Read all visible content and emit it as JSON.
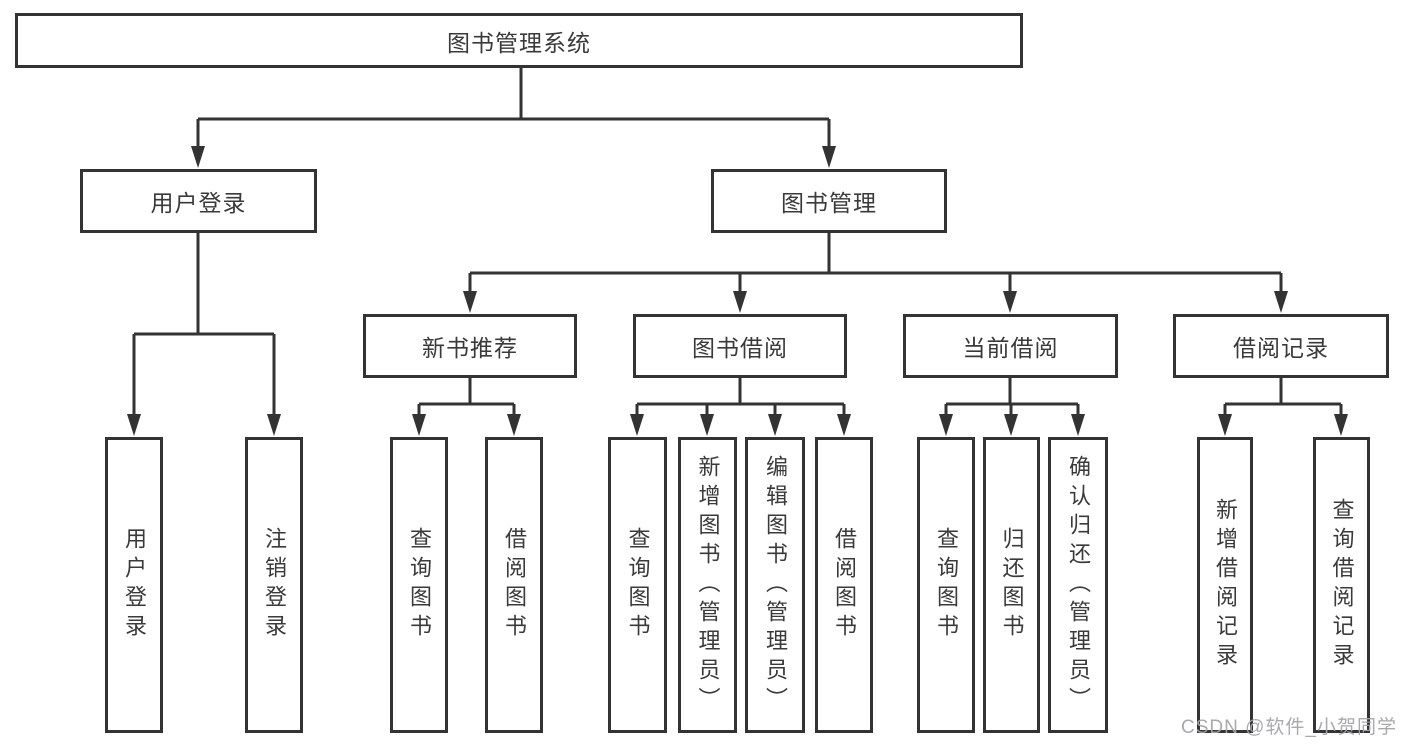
{
  "diagram_title": "图书管理系统",
  "tree": {
    "root": {
      "label": "图书管理系统"
    },
    "branches": [
      {
        "label": "用户登录",
        "children": [
          {
            "label": "用户登录"
          },
          {
            "label": "注销登录"
          }
        ]
      },
      {
        "label": "图书管理",
        "children": [
          {
            "label": "新书推荐",
            "children": [
              {
                "label": "查询图书"
              },
              {
                "label": "借阅图书"
              }
            ]
          },
          {
            "label": "图书借阅",
            "children": [
              {
                "label": "查询图书"
              },
              {
                "label": "新增图书（管理员）"
              },
              {
                "label": "编辑图书（管理员）"
              },
              {
                "label": "借阅图书"
              }
            ]
          },
          {
            "label": "当前借阅",
            "children": [
              {
                "label": "查询图书"
              },
              {
                "label": "归还图书"
              },
              {
                "label": "确认归还（管理员）"
              }
            ]
          },
          {
            "label": "借阅记录",
            "children": [
              {
                "label": "新增借阅记录"
              },
              {
                "label": "查询借阅记录"
              }
            ]
          }
        ]
      }
    ]
  },
  "watermark": {
    "text": "CSDN @软件_小贺同学"
  },
  "colors": {
    "line": "#333333",
    "text": "#3a3a3a",
    "box_fill": "#ffffff",
    "watermark": "#a4a4aa",
    "background": "#ffffff"
  }
}
